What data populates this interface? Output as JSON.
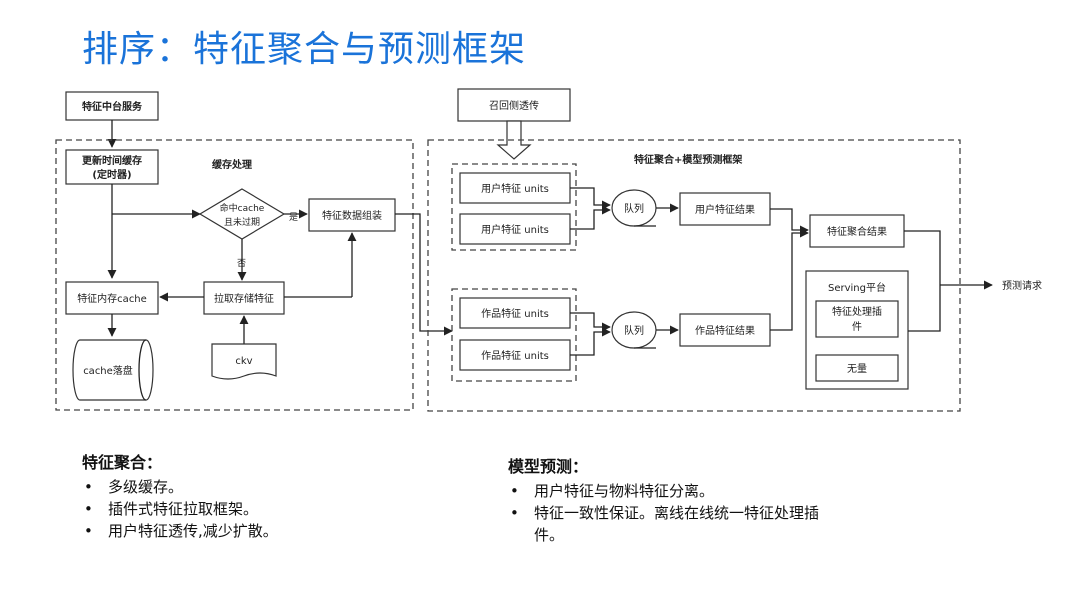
{
  "title": "排序：特征聚合与预测框架",
  "diagram": {
    "feature_service": "特征中台服务",
    "refresh_cache_l1": "更新时间缓存",
    "refresh_cache_l2": "(定时器)",
    "cache_section": "缓存处理",
    "decision_l1": "命中cache",
    "decision_l2": "且未过期",
    "yes": "是",
    "no": "否",
    "assemble": "特征数据组装",
    "memory_cache": "特征内存cache",
    "fetch_storage": "拉取存储特征",
    "cache_disk": "cache落盘",
    "ckv": "ckv",
    "recall_passthrough": "召回侧透传",
    "framework_section": "特征聚合+模型预测框架",
    "user_unit_1": "用户特征 units",
    "user_unit_2": "用户特征 units",
    "queue_1": "队列",
    "user_result": "用户特征结果",
    "item_unit_1": "作品特征 units",
    "item_unit_2": "作品特征 units",
    "queue_2": "队列",
    "item_result": "作品特征结果",
    "agg_result": "特征聚合结果",
    "serving": "Serving平台",
    "plugin_l1": "特征处理插",
    "plugin_l2": "件",
    "wuliang": "无量",
    "predict_request": "预测请求"
  },
  "left_notes": {
    "heading": "特征聚合：",
    "items": [
      "多级缓存。",
      "插件式特征拉取框架。",
      "用户特征透传,减少扩散。"
    ]
  },
  "right_notes": {
    "heading": "模型预测：",
    "items": [
      "用户特征与物料特征分离。",
      "特征一致性保证。离线在线统一特征处理插件。"
    ]
  }
}
